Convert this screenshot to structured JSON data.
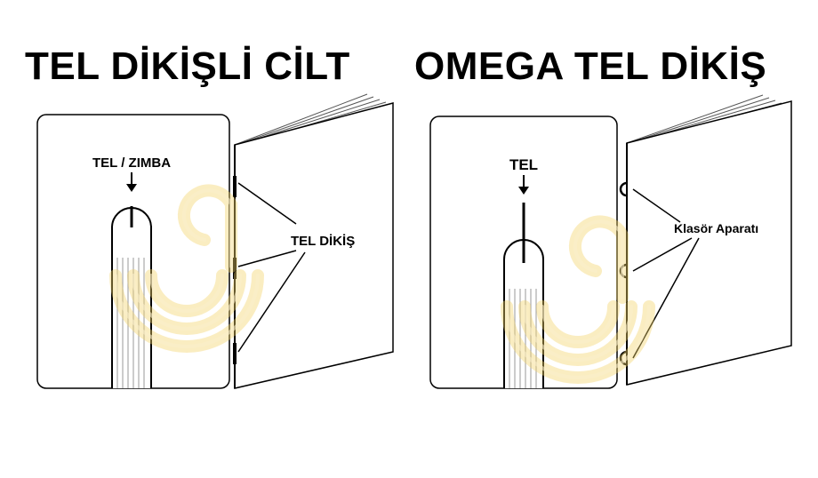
{
  "titles": {
    "left": "TEL DİKİŞLİ CİLT",
    "right": "OMEGA TEL DİKİŞ"
  },
  "left_panel": {
    "staple_label": "TEL / ZIMBA",
    "stitch_label": "TEL DİKİŞ"
  },
  "right_panel": {
    "wire_label": "TEL",
    "binder_label": "Klasör Aparatı"
  },
  "watermark": {
    "icon": "logo-watermark-icon",
    "color": "#f2c94c"
  }
}
